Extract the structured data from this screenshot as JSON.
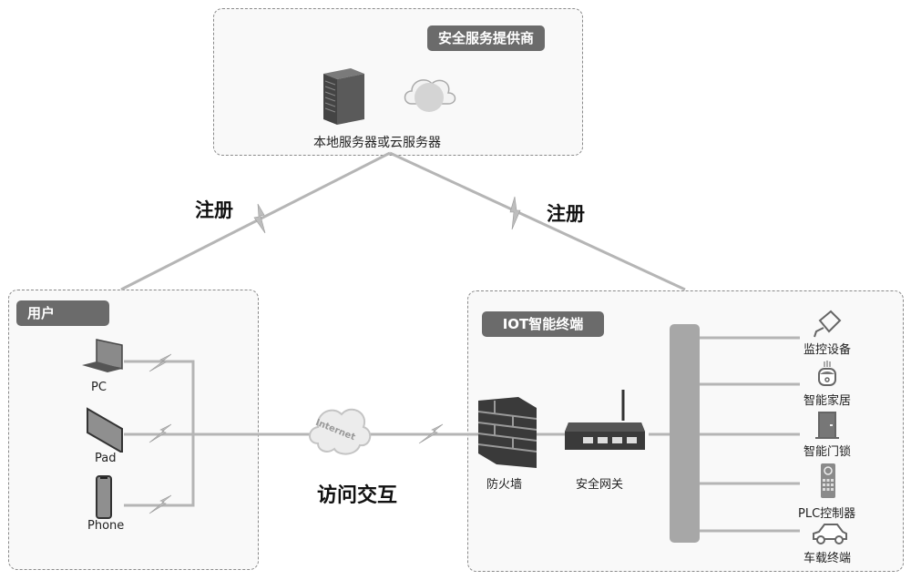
{
  "provider": {
    "tag": "安全服务提供商",
    "server_label": "本地服务器或云服务器",
    "icons": [
      "server-rack-icon",
      "cloud-globe-icon"
    ]
  },
  "links": {
    "register_left": "注册",
    "register_right": "注册",
    "access": "访问交互"
  },
  "user": {
    "tag": "用户",
    "devices": [
      {
        "label": "PC",
        "icon": "laptop-icon"
      },
      {
        "label": "Pad",
        "icon": "tablet-icon"
      },
      {
        "label": "Phone",
        "icon": "phone-icon"
      }
    ]
  },
  "internet": {
    "label": "Internet",
    "icon": "cloud-icon"
  },
  "iot": {
    "tag": "IOT智能终端",
    "firewall": "防火墙",
    "gateway": "安全网关",
    "devices": [
      {
        "label": "监控设备",
        "icon": "camera-icon"
      },
      {
        "label": "智能家居",
        "icon": "smart-home-icon"
      },
      {
        "label": "智能门锁",
        "icon": "door-lock-icon"
      },
      {
        "label": "PLC控制器",
        "icon": "plc-controller-icon"
      },
      {
        "label": "车载终端",
        "icon": "car-icon"
      }
    ]
  }
}
